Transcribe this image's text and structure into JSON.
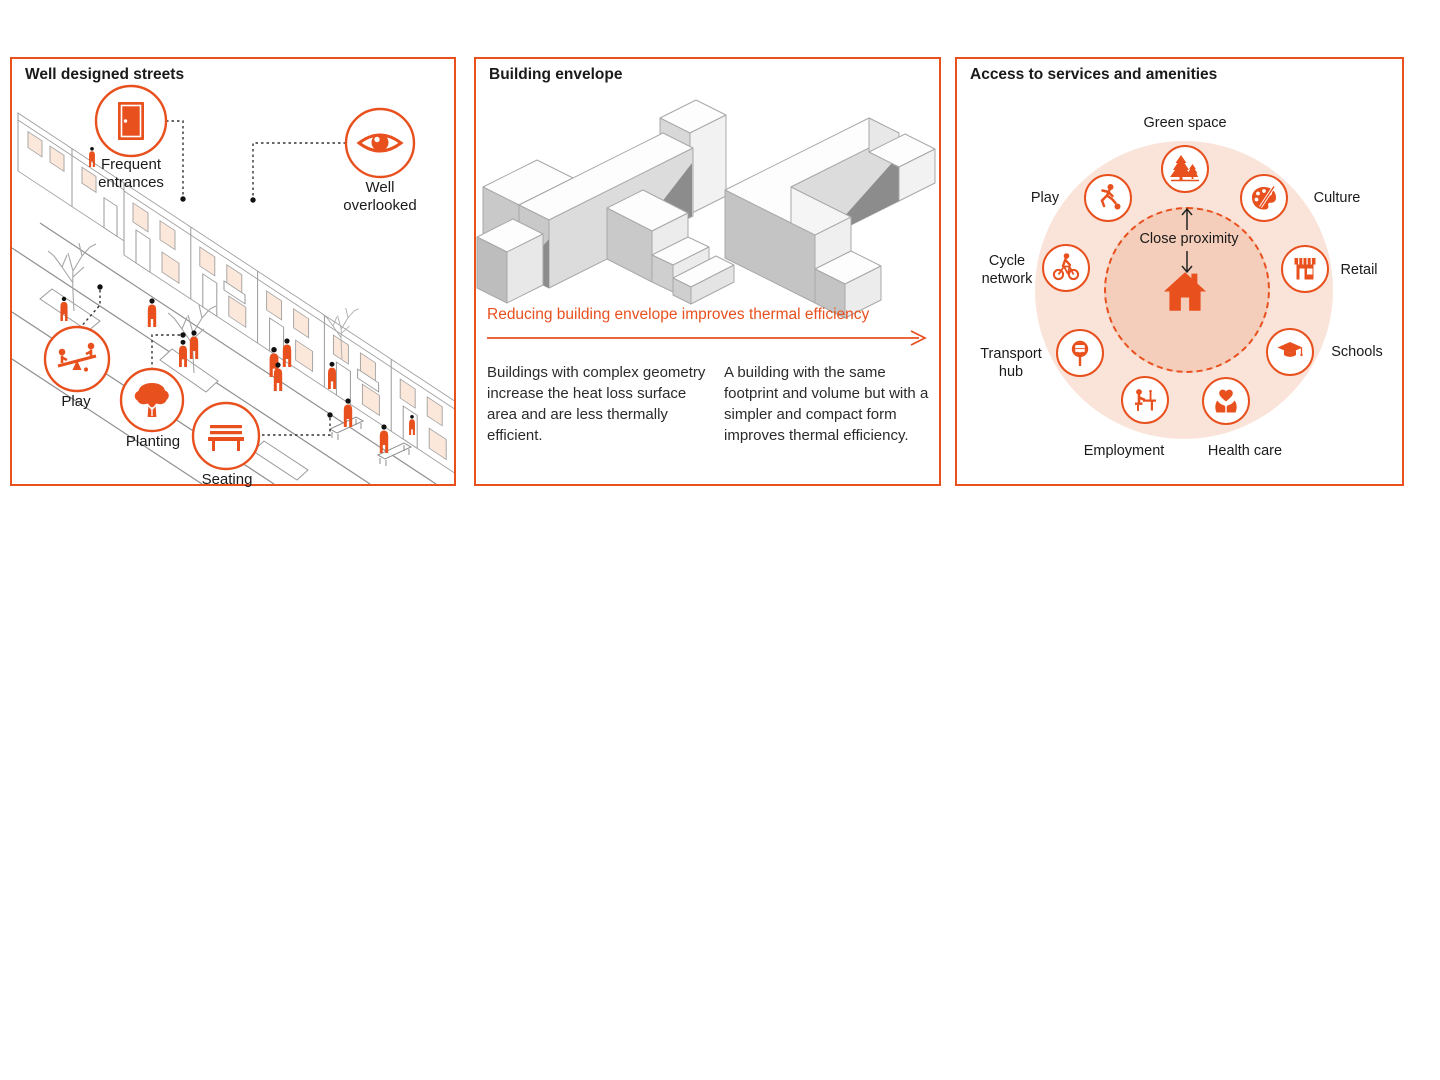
{
  "colors": {
    "accent": "#E8501E",
    "peach_outer": "#FAE4D9",
    "peach_inner": "#F5CEBB",
    "window_fill": "#FBE8DB",
    "line_gray": "#9A9A9A",
    "text": "#1A1A1A"
  },
  "panels": {
    "streets": {
      "title": "Well designed streets",
      "callouts": [
        {
          "label": "Frequent entrances",
          "icon": "door-icon"
        },
        {
          "label": "Well overlooked",
          "icon": "eye-icon"
        },
        {
          "label": "Play",
          "icon": "seesaw-icon"
        },
        {
          "label": "Planting",
          "icon": "tree-icon"
        },
        {
          "label": "Seating",
          "icon": "bench-icon"
        }
      ]
    },
    "envelope": {
      "title": "Building envelope",
      "caption": "Reducing building envelope improves thermal efficiency",
      "left_text": "Buildings with complex geometry increase the heat loss surface area and are less thermally efficient.",
      "right_text": "A building with the same footprint and volume but with a simpler and compact form improves thermal efficiency."
    },
    "access": {
      "title": "Access to services and amenities",
      "center_label": "Close proximity",
      "items": [
        {
          "label": "Green space",
          "icon": "pine-trees-icon"
        },
        {
          "label": "Play",
          "icon": "footballer-icon"
        },
        {
          "label": "Culture",
          "icon": "palette-icon"
        },
        {
          "label": "Cycle network",
          "icon": "cyclist-icon"
        },
        {
          "label": "Retail",
          "icon": "storefront-icon"
        },
        {
          "label": "Transport hub",
          "icon": "bus-stop-icon"
        },
        {
          "label": "Schools",
          "icon": "graduation-cap-icon"
        },
        {
          "label": "Employment",
          "icon": "desk-worker-icon"
        },
        {
          "label": "Health care",
          "icon": "hands-heart-icon"
        }
      ]
    }
  }
}
